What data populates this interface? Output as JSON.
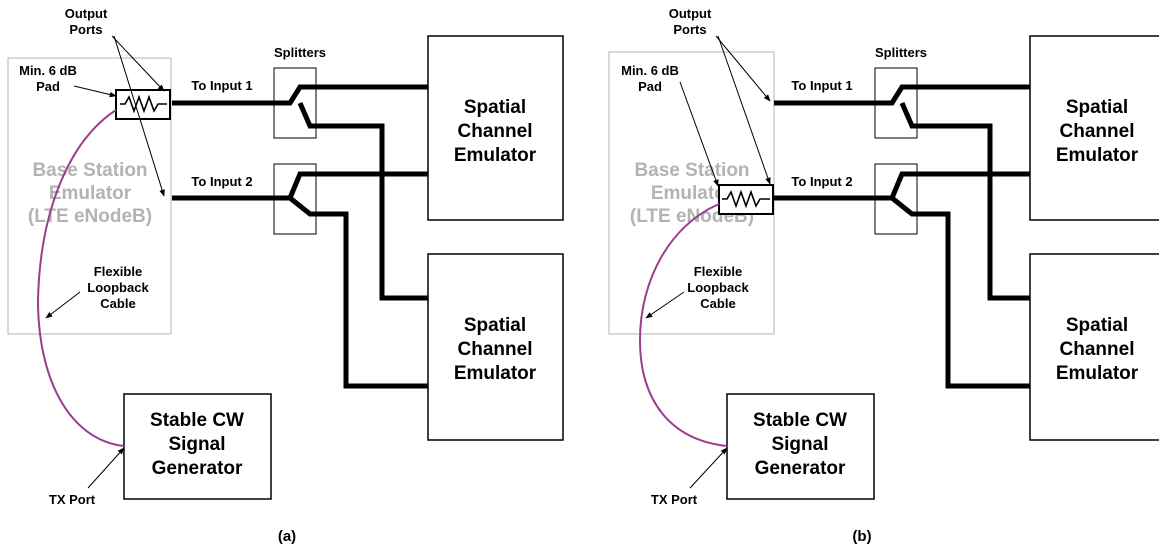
{
  "colors": {
    "line": "#000000",
    "cable": "#9b3d8f",
    "base_station_text": "#b3b3b3",
    "base_station_border": "#b3b3b3"
  },
  "panels": [
    {
      "output_ports_label": [
        "Output",
        "Ports"
      ],
      "splitters_label": "Splitters",
      "pad_label": [
        "Min. 6 dB",
        "Pad"
      ],
      "input1_label": "To Input 1",
      "input2_label": "To Input 2",
      "base_station_label": [
        "Base Station",
        "Emulator",
        "(LTE eNodeB)"
      ],
      "cable_label": [
        "Flexible",
        "Loopback",
        "Cable"
      ],
      "emulator1_label": [
        "Spatial",
        "Channel",
        "Emulator"
      ],
      "emulator2_label": [
        "Spatial",
        "Channel",
        "Emulator"
      ],
      "generator_label": [
        "Stable CW",
        "Signal",
        "Generator"
      ],
      "tx_port_label": "TX Port",
      "caption": "(a)"
    },
    {
      "output_ports_label": [
        "Output",
        "Ports"
      ],
      "splitters_label": "Splitters",
      "pad_label": [
        "Min. 6 dB",
        "Pad"
      ],
      "input1_label": "To Input 1",
      "input2_label": "To Input 2",
      "base_station_label": [
        "Base Station",
        "Emulator",
        "(LTE eNodeB)"
      ],
      "cable_label": [
        "Flexible",
        "Loopback",
        "Cable"
      ],
      "emulator1_label": [
        "Spatial",
        "Channel",
        "Emulator"
      ],
      "emulator2_label": [
        "Spatial",
        "Channel",
        "Emulator"
      ],
      "generator_label": [
        "Stable CW",
        "Signal",
        "Generator"
      ],
      "tx_port_label": "TX Port",
      "caption": "(b)"
    }
  ]
}
